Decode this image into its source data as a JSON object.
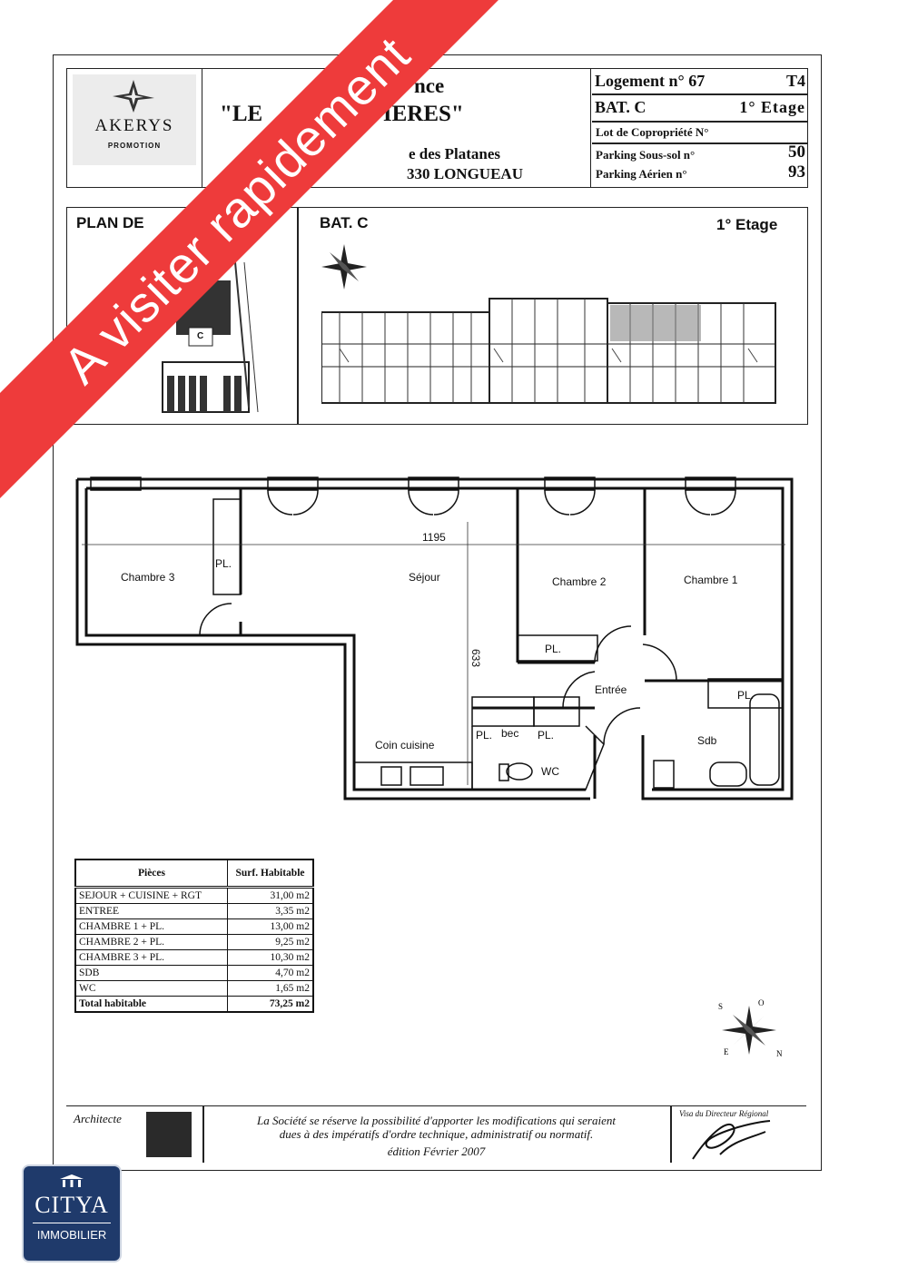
{
  "header": {
    "logo_brand": "AKERYS",
    "logo_sub": "PROMOTION",
    "residence_title": "nce",
    "residence_name": "\"LE        ES RIVIERES\"",
    "street": "e des Platanes",
    "city": "330 LONGUEAU",
    "info": {
      "logement_label": "Logement n° 67",
      "type": "T4",
      "bat": "BAT. C",
      "etage": "1° Etage",
      "lot_label": "Lot de Copropriété N°",
      "parking_sous_sol_label": "Parking Sous-sol n°",
      "parking_sous_sol_value": "50",
      "parking_aerien_label": "Parking Aérien n°",
      "parking_aerien_value": "93"
    }
  },
  "site_plan": {
    "title": "PLAN DE",
    "building_letter": "C"
  },
  "floor_overview": {
    "bat": "BAT. C",
    "etage": "1° Etage"
  },
  "plan": {
    "rooms": {
      "chambre3": "Chambre 3",
      "sejour": "Séjour",
      "chambre2": "Chambre 2",
      "chambre1": "Chambre 1",
      "entree": "Entrée",
      "coin_cuisine": "Coin cuisine",
      "sdb": "Sdb",
      "wc": "WC"
    },
    "pl": "PL.",
    "bec": "bec",
    "dim_width": "1195",
    "dim_height": "633"
  },
  "areas_table": {
    "col_pieces": "Pièces",
    "col_surface": "Surf. Habitable",
    "rows": [
      {
        "piece": "SEJOUR + CUISINE + RGT",
        "surface": "31,00 m2"
      },
      {
        "piece": "ENTREE",
        "surface": "3,35 m2"
      },
      {
        "piece": "CHAMBRE 1 + PL.",
        "surface": "13,00 m2"
      },
      {
        "piece": "CHAMBRE 2 + PL.",
        "surface": "9,25 m2"
      },
      {
        "piece": "CHAMBRE 3 + PL.",
        "surface": "10,30 m2"
      },
      {
        "piece": "SDB",
        "surface": "4,70 m2"
      },
      {
        "piece": "WC",
        "surface": "1,65 m2"
      }
    ],
    "total_label": "Total habitable",
    "total_value": "73,25 m2"
  },
  "footer": {
    "architect_label": "Architecte",
    "disclaimer_1": "La Société se réserve la possibilité d'apporter les modifications qui seraient",
    "disclaimer_2": "dues à des impératifs d'ordre technique, administratif ou normatif.",
    "edition": "édition Février 2007",
    "visa_label": "Visa du Directeur Régional"
  },
  "compass_letters": [
    "S",
    "O",
    "E",
    "N"
  ],
  "banner": {
    "text": "A visiter rapidement",
    "color": "#ee3b3b"
  },
  "agency_badge": {
    "name": "CITYA",
    "sub": "IMMOBILIER",
    "color": "#1f3a6b"
  }
}
